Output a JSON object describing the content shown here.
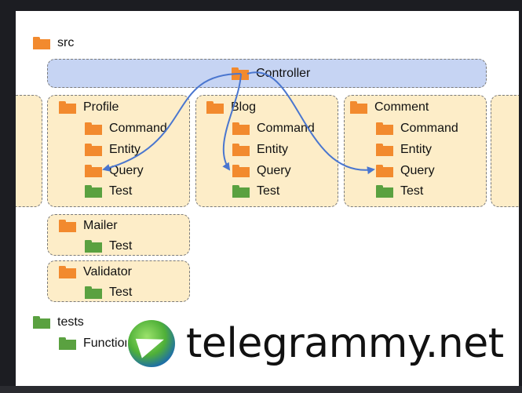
{
  "src_label": "src",
  "controller_label": "Controller",
  "modules": [
    {
      "name": "Profile",
      "children": [
        "Command",
        "Entity",
        "Query",
        "Test"
      ]
    },
    {
      "name": "Blog",
      "children": [
        "Command",
        "Entity",
        "Query",
        "Test"
      ]
    },
    {
      "name": "Comment",
      "children": [
        "Command",
        "Entity",
        "Query",
        "Test"
      ]
    }
  ],
  "mailer": {
    "name": "Mailer",
    "child": "Test"
  },
  "validator": {
    "name": "Validator",
    "child": "Test"
  },
  "tests_label": "tests",
  "functional_label": "Functional",
  "watermark_text": "telegrammy.net",
  "colors": {
    "folder_source": "#f28a2e",
    "folder_test": "#5aa140",
    "arrow": "#4a76cf",
    "module_box": "#fdedc8",
    "controller_box": "#c6d4f3"
  }
}
